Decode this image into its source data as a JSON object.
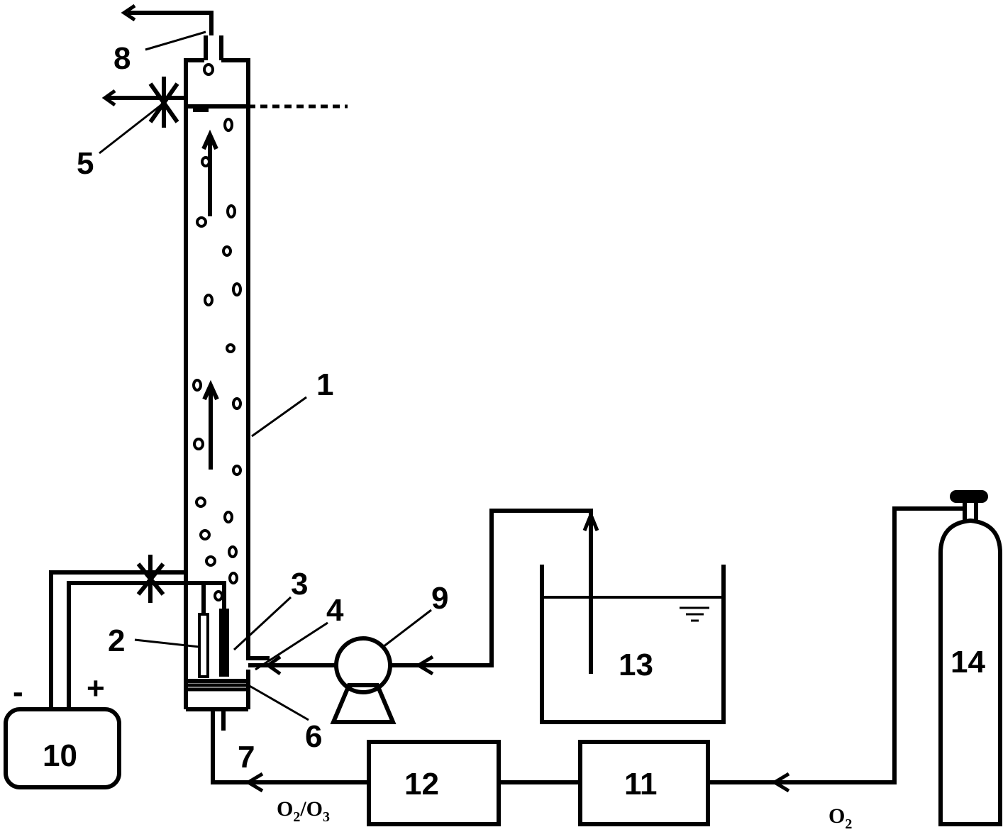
{
  "labels": {
    "n1": "1",
    "n2": "2",
    "n3": "3",
    "n4": "4",
    "n5": "5",
    "n6": "6",
    "n7": "7",
    "n8": "8",
    "n9": "9",
    "n10": "10",
    "n11": "11",
    "n12": "12",
    "n13": "13",
    "n14": "14",
    "minus": "-",
    "plus": "+"
  },
  "gas": {
    "o3_mix": {
      "a": "O",
      "a_sub": "2",
      "sep": "/O",
      "b_sub": "3"
    },
    "o2": {
      "a": "O",
      "a_sub": "2"
    }
  },
  "colors": {
    "stroke": "#000000",
    "background": "#ffffff"
  }
}
